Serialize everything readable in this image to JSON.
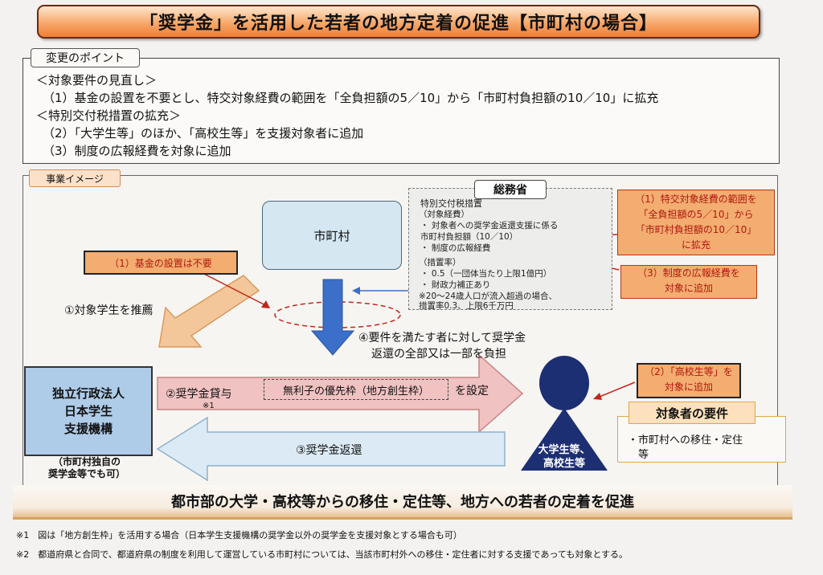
{
  "title": "「奨学金」を活用した若者の地方定着の促進【市町村の場合】",
  "points": {
    "tab": "変更のポイント",
    "lines": [
      "＜対象要件の見直し＞",
      "（1）基金の設置を不要とし、特交対象経費の範囲を「全負担額の5／10」から「市町村負担額の10／10」に拡充",
      "＜特別交付税措置の拡充＞",
      "（2）「大学生等」のほか、「高校生等」を支援対象者に追加",
      "（3）制度の広報経費を対象に追加"
    ]
  },
  "image": {
    "tab": "事業イメージ",
    "municipality": "市町村",
    "somusho": {
      "title": "総務省",
      "lines": [
        "特別交付税措置",
        "（対象経費）",
        "・ 対象者への奨学金返還支援に係る",
        "   市町村負担額（10／10）",
        "・ 制度の広報経費",
        "（措置率）",
        "・ 0.5（一団体当たり上限1億円）",
        "・ 財政力補正あり",
        "※20～24歳人口が流入超過の場合、",
        "   措置率0.3、上限6千万円"
      ]
    },
    "note1": [
      "（1）特交対象経費の範囲を",
      "「全負担額の5／10」から",
      "「市町村負担額の10／10」",
      "に拡充"
    ],
    "note3": [
      "（3）制度の広報経費を",
      "対象に追加"
    ],
    "note2": [
      "（2）「高校生等」を",
      "対象に追加"
    ],
    "fund_note": "（1）基金の設置は不要",
    "recommend": "①対象学生を推薦",
    "burden": [
      "④要件を満たす者に対して奨学金",
      "返還の全部又は一部を負担"
    ],
    "jasso": [
      "独立行政法人",
      "日本学生",
      "支援機構"
    ],
    "jasso_sub": [
      "（市町村独自の",
      "奨学金等でも可）"
    ],
    "loan": "②奨学金貸与",
    "loan_note": "※1",
    "priority": "無利子の優先枠（地方創生枠）",
    "set": "を設定",
    "repay": "③奨学金返還",
    "student": [
      "大学生等、",
      "高校生等"
    ],
    "requirements": {
      "title": "対象者の要件",
      "lines": [
        "・市町村への移住・定住",
        "　等"
      ]
    }
  },
  "bottom_banner": "都市部の大学・高校等からの移住・定住等、地方への若者の定着を促進",
  "footnotes": [
    "※1　図は「地方創生枠」を活用する場合（日本学生支援機構の奨学金以外の奨学金を支援対象とする場合も可）",
    "※2　都道府県と合同で、都道府県の制度を利用して運営している市町村については、当該市町村外への移住・定住者に対する支援であっても対象とする。"
  ],
  "colors": {
    "banner_orange": "#ef7d35",
    "note_orange": "#f3ad70",
    "note_red_text": "#b0180f",
    "arrow_blue": "#3b6fc9",
    "jasso_blue": "#aecbe8",
    "student_navy": "#1d2f73",
    "loan_pink": "#f1c2c2",
    "repay_lightblue": "#dbeaf4"
  }
}
